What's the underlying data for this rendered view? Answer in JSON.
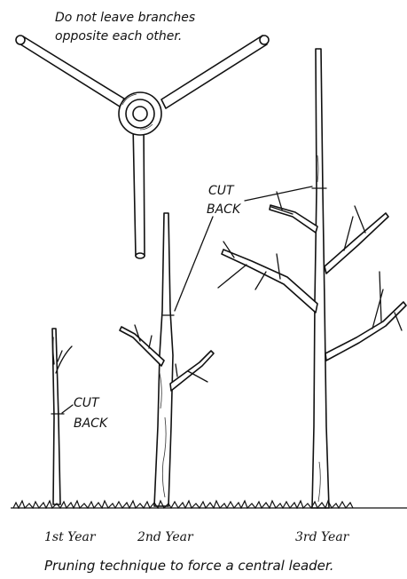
{
  "note": {
    "line1": "Do not leave branches",
    "line2": "opposite each other."
  },
  "labels": {
    "cut_back_1st": {
      "line1": "CUT",
      "line2": "BACK"
    },
    "cut_back_2nd": {
      "line1": "CUT",
      "line2": "BACK"
    }
  },
  "years": [
    "1st Year",
    "2nd Year",
    "3rd Year"
  ],
  "caption": "Pruning technique to force a central leader."
}
